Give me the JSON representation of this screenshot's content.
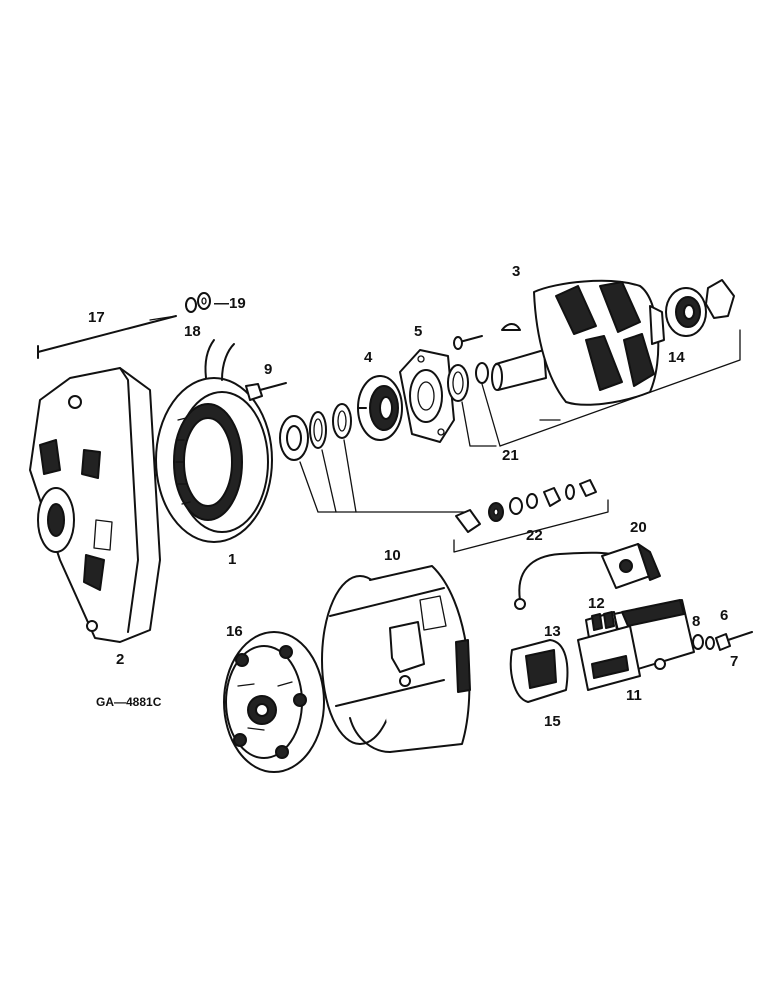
{
  "diagram": {
    "drawing_code": "GA—4881C",
    "callouts": {
      "c1": "1",
      "c2": "2",
      "c3": "3",
      "c4": "4",
      "c5": "5",
      "c6": "6",
      "c7": "7",
      "c8": "8",
      "c9": "9",
      "c10": "10",
      "c11": "11",
      "c12": "12",
      "c13": "13",
      "c14": "14",
      "c15": "15",
      "c16": "16",
      "c17": "17",
      "c18": "18",
      "c19": "19",
      "c20": "20",
      "c21": "21",
      "c22": "22"
    }
  },
  "colors": {
    "ink": "#111111",
    "paper": "#ffffff"
  }
}
